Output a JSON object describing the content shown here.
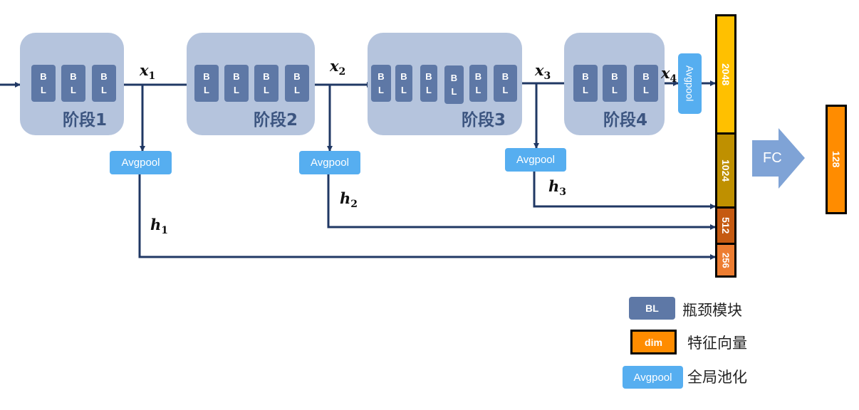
{
  "stages": [
    {
      "label": "阶段1",
      "block_count": 3
    },
    {
      "label": "阶段2",
      "block_count": 4
    },
    {
      "label": "阶段3",
      "block_count": 6
    },
    {
      "label": "阶段4",
      "block_count": 3
    }
  ],
  "block_text": "BL",
  "pool_label": "Avgpool",
  "variables": {
    "x1": {
      "base": "x",
      "sub": "1"
    },
    "x2": {
      "base": "x",
      "sub": "2"
    },
    "x3": {
      "base": "x",
      "sub": "3"
    },
    "x4": {
      "base": "x",
      "sub": "4"
    },
    "h1": {
      "base": "h",
      "sub": "1"
    },
    "h2": {
      "base": "h",
      "sub": "2"
    },
    "h3": {
      "base": "h",
      "sub": "3"
    }
  },
  "feature_vector": [
    {
      "dim": "2048",
      "color": "#ffc000"
    },
    {
      "dim": "1024",
      "color": "#bf9000"
    },
    {
      "dim": "512",
      "color": "#c55a11"
    },
    {
      "dim": "256",
      "color": "#ed7d31"
    }
  ],
  "fc_label": "FC",
  "output": {
    "dim": "128",
    "color": "#ff8c00"
  },
  "legend": {
    "bl_box": "BL",
    "bl_desc": "瓶颈模块",
    "dim_box": "dim",
    "dim_desc": "特征向量",
    "pool_box": "Avgpool",
    "pool_desc": "全局池化"
  },
  "colors": {
    "stage_bg": "#b5c4dd",
    "block": "#5e78a6",
    "pool": "#56aef0",
    "arrow": "#203864",
    "fc_arrow": "#7fa3d6"
  }
}
